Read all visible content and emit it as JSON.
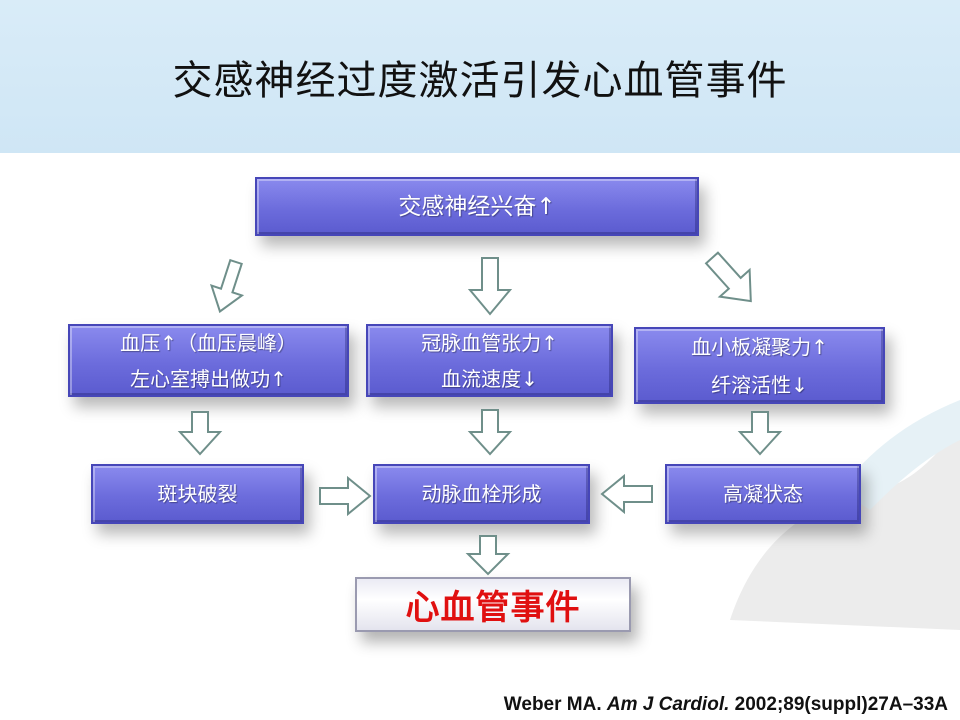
{
  "title": "交感神经过度激活引发心血管事件",
  "boxes": {
    "top": "交感神经兴奋↑",
    "left_line1": "血压↑（血压晨峰）",
    "left_line2": "左心室搏出做功↑",
    "mid_line1": "冠脉血管张力↑",
    "mid_line2": "血流速度↓",
    "right_line1": "血小板凝聚力↑",
    "right_line2": "纤溶活性↓",
    "plaque": "斑块破裂",
    "thrombus": "动脉血栓形成",
    "hypercoag": "高凝状态",
    "event": "心血管事件"
  },
  "citation": {
    "author": "Weber MA.",
    "journal": "Am J Cardiol.",
    "ref": "2002;89(suppl)27A–33A"
  }
}
